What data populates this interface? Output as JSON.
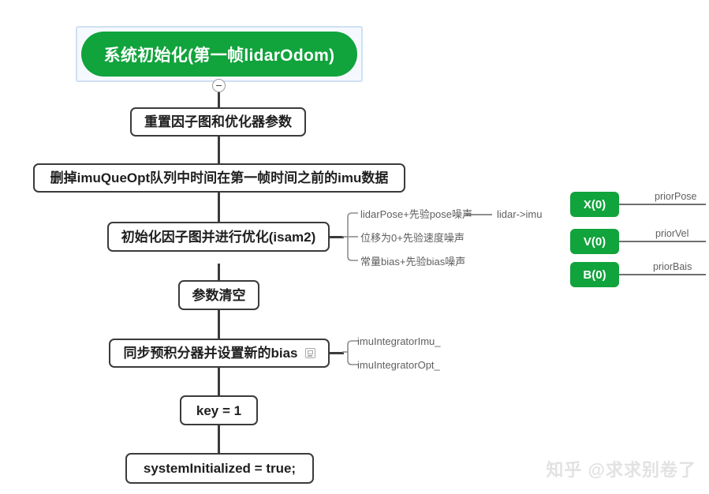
{
  "diagram": {
    "title": "系统初始化(第一帧lidarOdom)",
    "collapse_toggle": "minus-icon",
    "watermark": "知乎 @求求别卷了",
    "accent_green": "#11a33c",
    "node_border": "#3b3b3b",
    "selection_border": "#cfe0f3",
    "label_gray": "#5f5f5f"
  },
  "steps": [
    {
      "id": "reset-graph",
      "text": "重置因子图和优化器参数"
    },
    {
      "id": "drop-imu",
      "text": "删掉imuQueOpt队列中时间在第一帧时间之前的imu数据"
    },
    {
      "id": "init-factor-graph",
      "text": "初始化因子图并进行优化(isam2)"
    },
    {
      "id": "clear-params",
      "text": "参数清空"
    },
    {
      "id": "sync-preintegrator",
      "text": "同步预积分器并设置新的bias",
      "note_icon": "note-icon"
    },
    {
      "id": "set-key",
      "text": "key = 1"
    },
    {
      "id": "set-initialized",
      "text": "systemInitialized = true;"
    }
  ],
  "factor_branches": [
    {
      "label": "lidarPose+先验pose噪声",
      "extra": "lidar->imu"
    },
    {
      "label": "位移为0+先验速度噪声"
    },
    {
      "label": "常量bias+先验bias噪声"
    }
  ],
  "integrator_branches": [
    {
      "label": "imuIntegratorImu_"
    },
    {
      "label": "imuIntegratorOpt_"
    }
  ],
  "prior_variables": [
    {
      "node": "X(0)",
      "label": "priorPose"
    },
    {
      "node": "V(0)",
      "label": "priorVel"
    },
    {
      "node": "B(0)",
      "label": "priorBais"
    }
  ]
}
